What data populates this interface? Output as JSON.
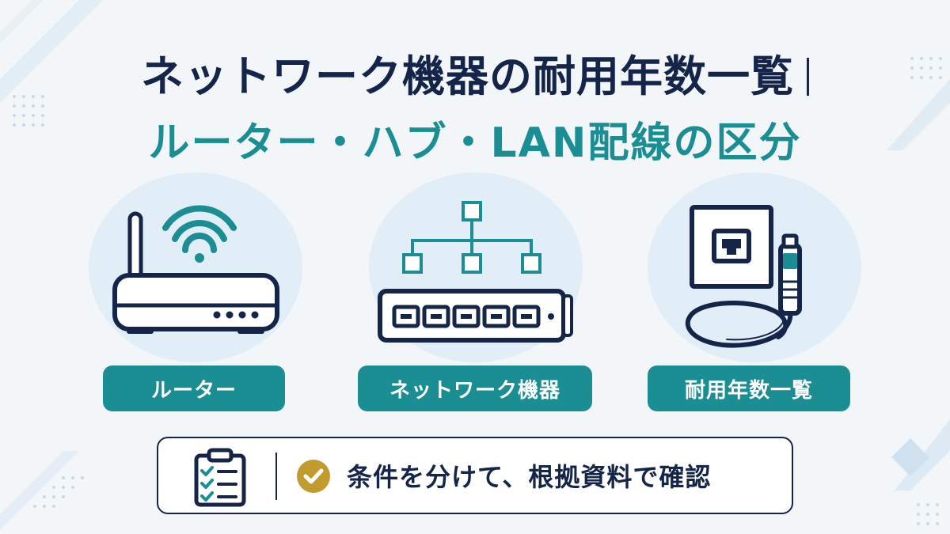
{
  "title": {
    "line1": "ネットワーク機器の耐用年数一覧",
    "line2": "ルーター・ハブ・LAN配線の区分"
  },
  "cards": [
    {
      "label": "ルーター",
      "icon": "router-icon"
    },
    {
      "label": "ネットワーク機器",
      "icon": "network-switch-icon"
    },
    {
      "label": "耐用年数一覧",
      "icon": "lan-cable-icon"
    }
  ],
  "note": {
    "text": "条件を分けて、根拠資料で確認",
    "icons": [
      "checklist-icon",
      "check-circle-icon"
    ]
  },
  "colors": {
    "navy": "#15254a",
    "teal": "#1a8e93",
    "light_blue": "#e1edf7",
    "gold": "#c29b2e"
  }
}
